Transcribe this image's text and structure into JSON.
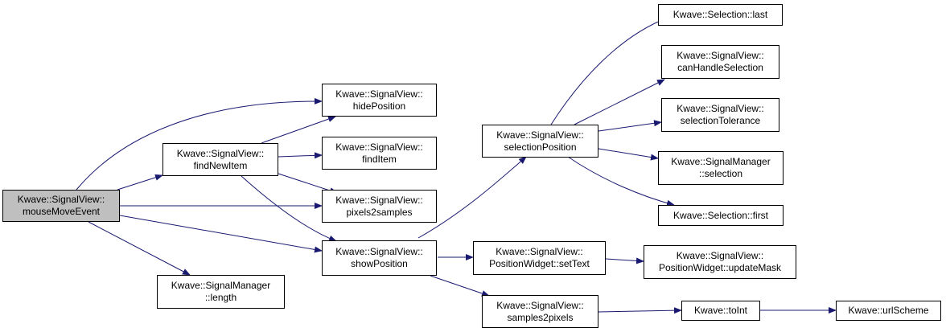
{
  "colors": {
    "edge": "#191970",
    "root_fill": "#bfbfbf",
    "node_border": "#000000"
  },
  "nodes": {
    "mouseMoveEvent": [
      "Kwave::SignalView::",
      "mouseMoveEvent"
    ],
    "findNewItem": [
      "Kwave::SignalView::",
      "findNewItem"
    ],
    "hidePosition": [
      "Kwave::SignalView::",
      "hidePosition"
    ],
    "findItem": [
      "Kwave::SignalView::",
      "findItem"
    ],
    "pixels2samples": [
      "Kwave::SignalView::",
      "pixels2samples"
    ],
    "showPosition": [
      "Kwave::SignalView::",
      "showPosition"
    ],
    "length": [
      "Kwave::SignalManager",
      "::length"
    ],
    "selectionPosition": [
      "Kwave::SignalView::",
      "selectionPosition"
    ],
    "setText": [
      "Kwave::SignalView::",
      "PositionWidget::setText"
    ],
    "samples2pixels": [
      "Kwave::SignalView::",
      "samples2pixels"
    ],
    "selLast": [
      "Kwave::Selection::last"
    ],
    "canHandleSelection": [
      "Kwave::SignalView::",
      "canHandleSelection"
    ],
    "selectionTolerance": [
      "Kwave::SignalView::",
      "selectionTolerance"
    ],
    "smSelection": [
      "Kwave::SignalManager",
      "::selection"
    ],
    "selFirst": [
      "Kwave::Selection::first"
    ],
    "updateMask": [
      "Kwave::SignalView::",
      "PositionWidget::updateMask"
    ],
    "toInt": [
      "Kwave::toInt"
    ],
    "urlScheme": [
      "Kwave::urlScheme"
    ]
  }
}
